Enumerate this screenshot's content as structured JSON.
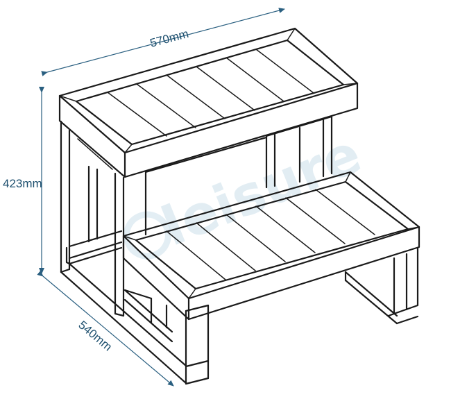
{
  "dimensions": {
    "width": "570mm",
    "height": "423mm",
    "depth": "540mm"
  },
  "watermark": {
    "text": "leisure"
  },
  "colors": {
    "dimension": "#2a5f80",
    "dimension_text": "#1d4f6e",
    "ink": "#1a1a1a",
    "watermark": "#7fb2cc"
  }
}
